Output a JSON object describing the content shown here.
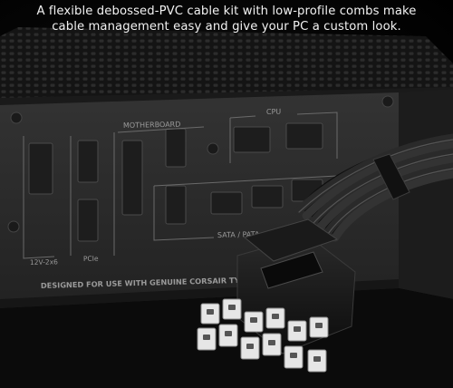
{
  "caption": {
    "line1": "A flexible debossed-PVC cable kit with low-profile combs make",
    "line2": "cable management easy and give your PC a custom look."
  },
  "psu_panel": {
    "label_motherboard": "MOTHERBOARD",
    "label_cpu": "CPU",
    "label_sata_pata": "SATA / PATA",
    "label_12v": "12V-2x6",
    "label_pcie": "PCIe",
    "footer_text": "DESIGNED FOR USE WITH GENUINE CORSAIR TYPE"
  },
  "colors": {
    "psu_body": "#262626",
    "panel_face": "#2c2c2c",
    "cable_sleeve": "#1a1a1a",
    "connector_pins": "#e6e6e6"
  }
}
